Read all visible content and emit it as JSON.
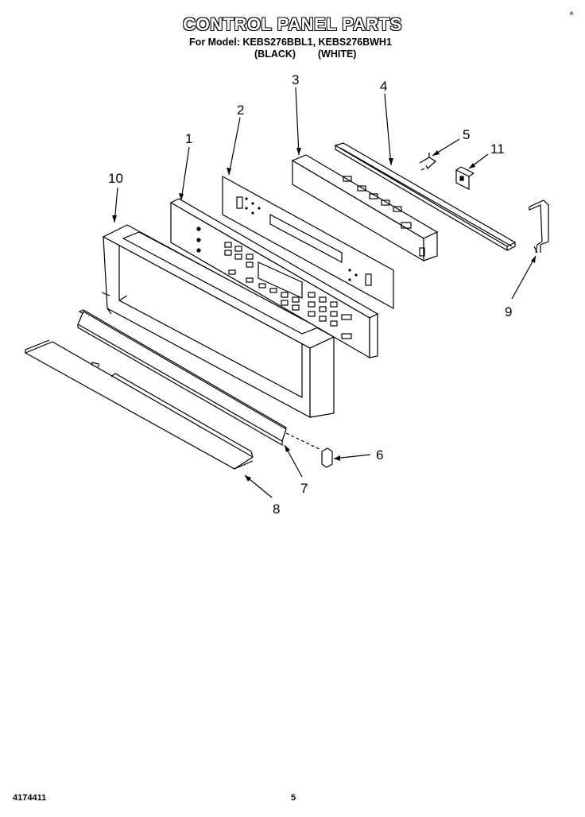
{
  "header": {
    "title": "CONTROL PANEL PARTS",
    "model_line": "For Model: KEBS276BBL1, KEBS276BWH1",
    "variant_black": "(BLACK)",
    "variant_white": "(WHITE)"
  },
  "corner_mark": "×",
  "callouts": {
    "c1": "1",
    "c2": "2",
    "c3": "3",
    "c4": "4",
    "c5": "5",
    "c6": "6",
    "c7": "7",
    "c8": "8",
    "c9": "9",
    "c10": "10",
    "c11": "11"
  },
  "footer": {
    "part_number": "4174411",
    "page": "5"
  }
}
